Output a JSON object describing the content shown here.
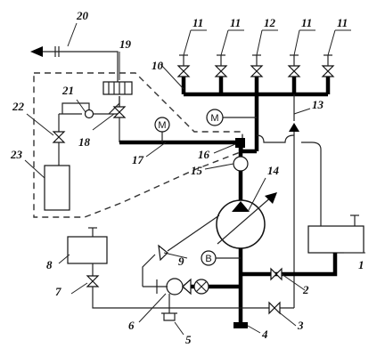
{
  "labels": {
    "l1": "1",
    "l2": "2",
    "l3": "3",
    "l4": "4",
    "l5": "5",
    "l6": "6",
    "l7": "7",
    "l8": "8",
    "l9": "9",
    "l10": "10",
    "l11a": "11",
    "l11b": "11",
    "l11c": "11",
    "l11d": "11",
    "l12": "12",
    "l13": "13",
    "l14": "14",
    "l15": "15",
    "l16": "16",
    "l17": "17",
    "l18": "18",
    "l19": "19",
    "l20": "20",
    "l21": "21",
    "l22": "22",
    "l23": "23"
  },
  "gauge_letter": "M",
  "meter_letter": "B",
  "colors": {
    "line": "#000000",
    "background": "#ffffff"
  }
}
